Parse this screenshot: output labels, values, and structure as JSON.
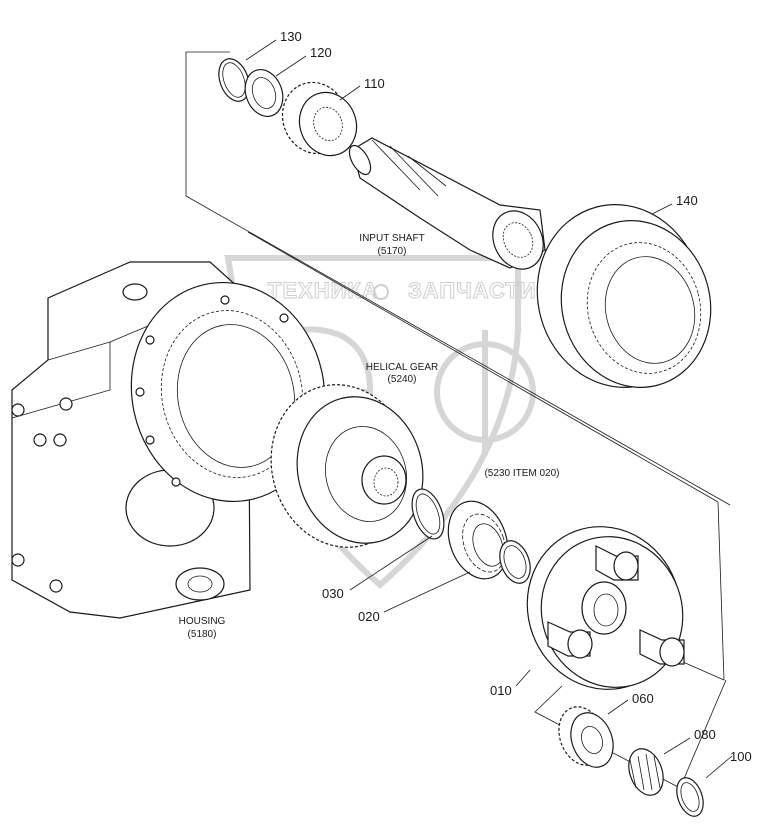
{
  "callouts": {
    "c130": "130",
    "c120": "120",
    "c110": "110",
    "c140": "140",
    "c030": "030",
    "c020": "020",
    "c010": "010",
    "c060": "060",
    "c080": "080",
    "c100": "100"
  },
  "assemblies": {
    "input_shaft_name": "INPUT SHAFT",
    "input_shaft_code": "(5170)",
    "helical_gear_name": "HELICAL GEAR",
    "helical_gear_code": "(5240)",
    "bearing_ref": "(5230 ITEM 020)",
    "housing_name": "HOUSING",
    "housing_code": "(5180)"
  },
  "watermark": {
    "left_word": "ТЕХНИКА",
    "right_word": "ЗАПЧАСТИ",
    "logo_letters": "ЭФ"
  },
  "colors": {
    "line": "#1a1a1a",
    "watermark": "#c9c9c9",
    "background": "#ffffff"
  }
}
